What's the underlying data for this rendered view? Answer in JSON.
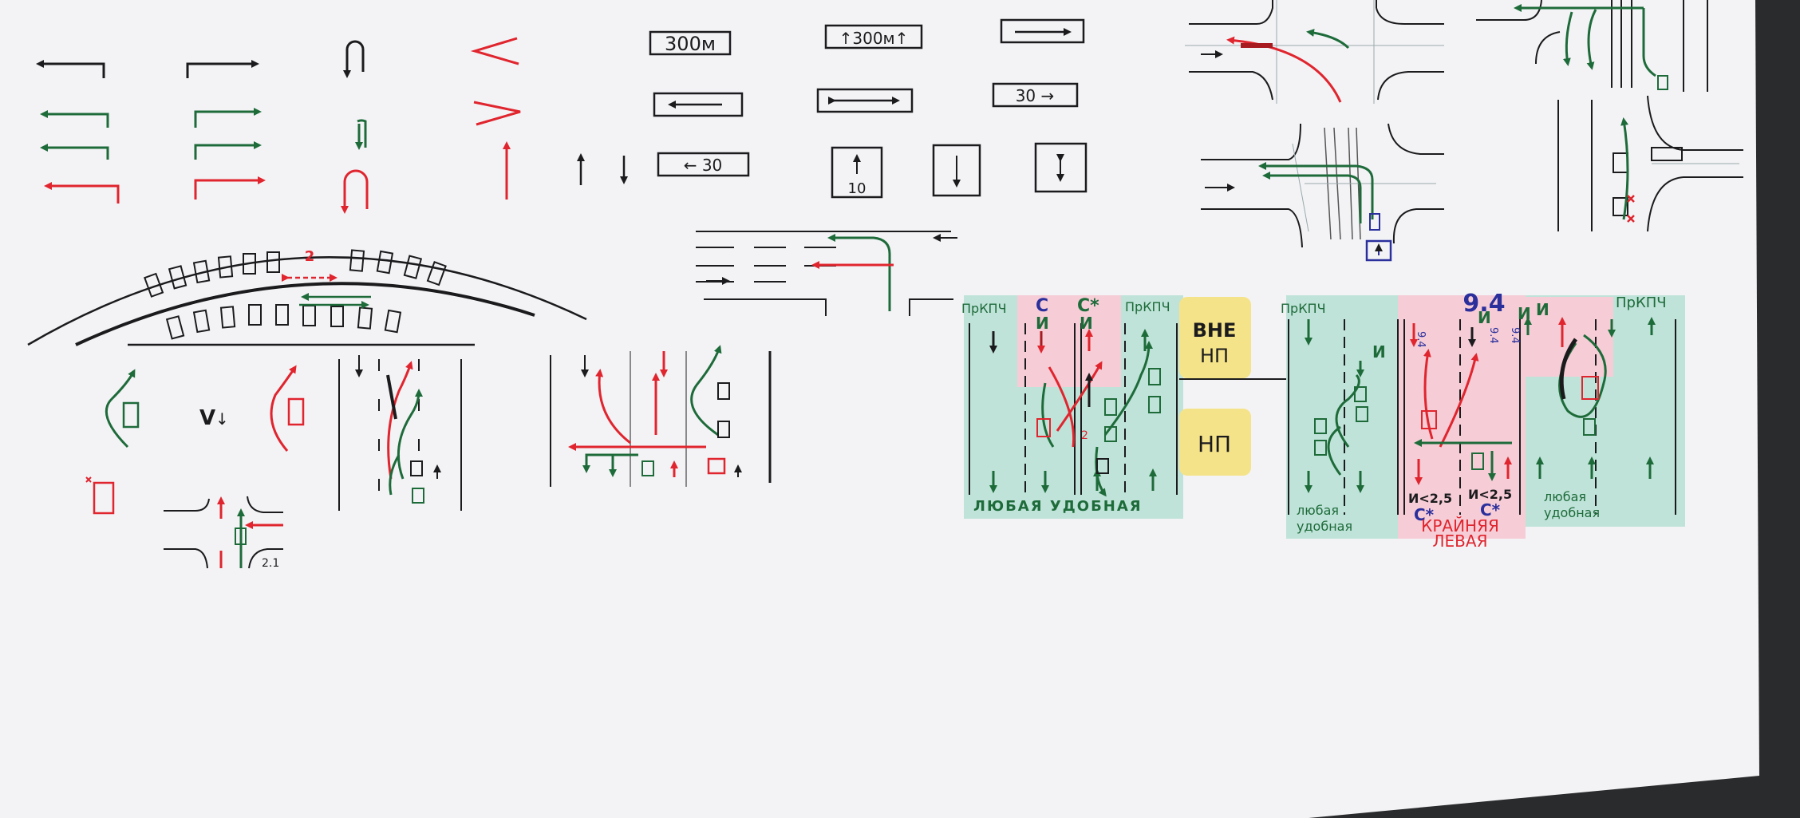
{
  "colors": {
    "paper": "#f3f3f6",
    "background": "#2a2b2d",
    "ink": "#1b1b1d",
    "green": "#1e6b3a",
    "red": "#e0252e",
    "blue": "#2b2f9c",
    "teal_fill": "#bfe3d9",
    "pink_fill": "#f6cdd6",
    "yellow_fill": "#f5e38a"
  },
  "signs": {
    "dist_300": "300м",
    "dist_300_both": "↑300м↑",
    "dist_30_left": "← 30",
    "dist_30_right": "30 →",
    "lane_10": "10"
  },
  "arc_marker": "2",
  "corner_marker": "2.1",
  "markings": {
    "v": "V",
    "v_arrow": "↓"
  },
  "panel_a": {
    "lane_labels": [
      "ПрКПЧ",
      "С",
      "С*",
      "ПрКПЧ"
    ],
    "lane_sub": [
      "",
      "И",
      "И",
      ""
    ],
    "footer": "ЛЮБАЯ УДОБНАЯ",
    "marker": "2"
  },
  "zones": {
    "outside": [
      "ВНЕ",
      "НП"
    ],
    "inside": "НП"
  },
  "panel_b": {
    "title": "9.4",
    "lane_labels": [
      "ПрКПЧ",
      "И",
      "И",
      "И",
      "ПрКПЧ"
    ],
    "footer_left": [
      "любая",
      "удобная"
    ],
    "footer_mid_left": [
      "И<2,5",
      "С*"
    ],
    "footer_mid_right": [
      "И<2,5",
      "С*"
    ],
    "footer_mid_caption": [
      "КРАЙНЯЯ",
      "ЛЕВАЯ"
    ],
    "footer_right": [
      "любая",
      "удобная"
    ],
    "rotated_notes": [
      "9.4",
      "9.4",
      "9.4",
      "И"
    ]
  }
}
